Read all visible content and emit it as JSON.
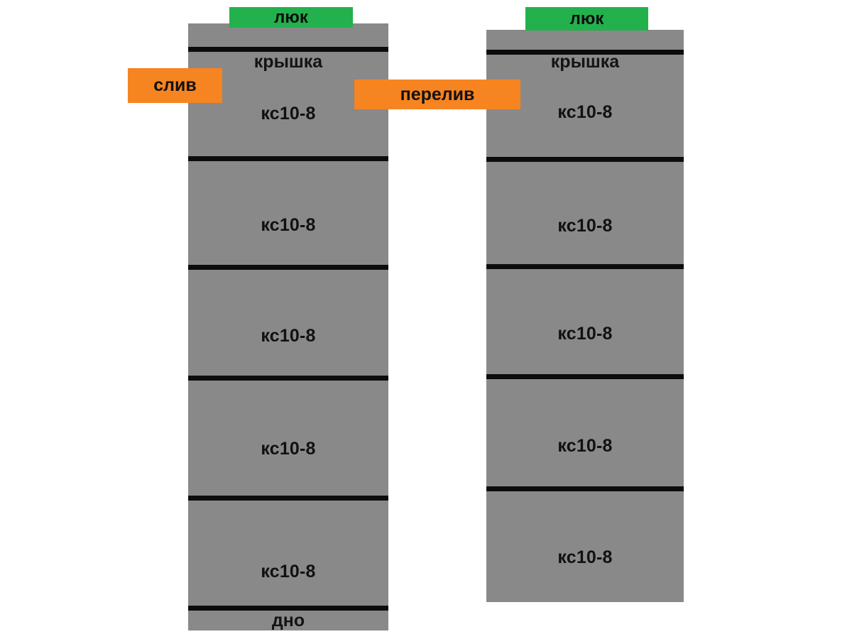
{
  "diagram": {
    "title": "Septic tank two-well scheme",
    "colors": {
      "background": "#ffffff",
      "concrete": "#898989",
      "ring_line": "#0c0c0c",
      "hatch_green": "#22b14c",
      "pipe_orange": "#f68420",
      "text": "#111111"
    },
    "tanks": [
      {
        "id": "left",
        "name": "left-well",
        "hatch_label": "люк",
        "cover_label": "крышка",
        "bottom_label": "дно",
        "rings": [
          {
            "label": "кс10-8"
          },
          {
            "label": "кс10-8"
          },
          {
            "label": "кс10-8"
          },
          {
            "label": "кс10-8"
          },
          {
            "label": "кс10-8"
          }
        ]
      },
      {
        "id": "right",
        "name": "right-well",
        "hatch_label": "люк",
        "cover_label": "крышка",
        "bottom_label": "",
        "rings": [
          {
            "label": "кс10-8"
          },
          {
            "label": "кс10-8"
          },
          {
            "label": "кс10-8"
          },
          {
            "label": "кс10-8"
          },
          {
            "label": "кс10-8"
          }
        ]
      }
    ],
    "pipes": [
      {
        "id": "drain",
        "label": "слив"
      },
      {
        "id": "overflow",
        "label": "перелив"
      }
    ]
  }
}
